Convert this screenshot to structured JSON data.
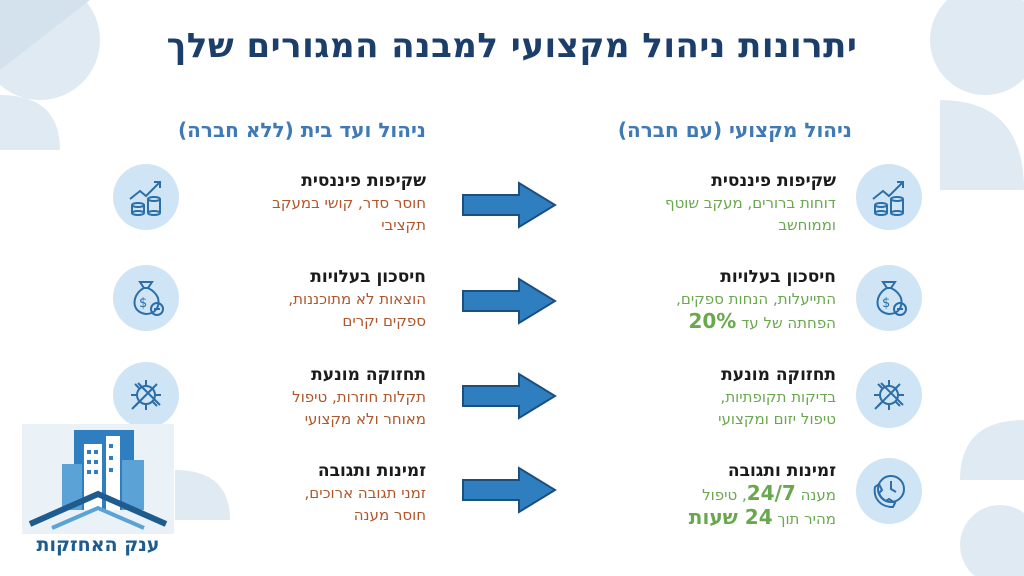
{
  "title": "יתרונות ניהול מקצועי למבנה המגורים שלך",
  "colors": {
    "title": "#1b3e6a",
    "accent": "#3f7ab5",
    "good": "#6aa84f",
    "bad": "#b0562b",
    "icon_bg": "#cfe5f5",
    "arrow": "#2f7fc0"
  },
  "professional": {
    "heading": "ניהול מקצועי (עם חברה)",
    "items": [
      {
        "title": "שקיפות פיננסית",
        "line1": "דוחות ברורים, מעקב שוטף",
        "line2": "וממוחשב",
        "icon": "finance-chart-icon"
      },
      {
        "title": "חיסכון בעלויות",
        "line1": "התייעלות, הנחות ספקים,",
        "line2": "הפחתה של עד",
        "highlight": "20%",
        "icon": "money-bag-icon"
      },
      {
        "title": "תחזוקה מונעת",
        "line1": "בדיקות תקופתיות,",
        "line2": "טיפול יזום ומקצועי",
        "icon": "tools-icon"
      },
      {
        "title": "זמינות ותגובה",
        "line1a": "מענה",
        "highlight1": "24/7",
        "line1b": ", טיפול",
        "line2": "מהיר תוך",
        "highlight2": "24 שעות",
        "icon": "phone-clock-icon"
      }
    ]
  },
  "committee": {
    "heading": "ניהול ועד בית (ללא חברה)",
    "items": [
      {
        "title": "שקיפות פיננסית",
        "line1": "חוסר סדר, קושי במעקב",
        "line2": "תקציבי",
        "icon": "finance-chart-icon"
      },
      {
        "title": "חיסכון בעלויות",
        "line1": "הוצאות לא מתוכננות,",
        "line2": "ספקים יקרים",
        "icon": "money-bag-icon"
      },
      {
        "title": "תחזוקה מונעת",
        "line1": "תקלות חוזרות, טיפול",
        "line2": "מאוחר ולא מקצועי",
        "icon": "tools-icon"
      },
      {
        "title": "זמינות ותגובה",
        "line1": "זמני תגובה ארוכים,",
        "line2": "חוסר מענה",
        "icon": "phone-clock-icon"
      }
    ]
  },
  "logo": {
    "text": "ענק האחזקות"
  }
}
